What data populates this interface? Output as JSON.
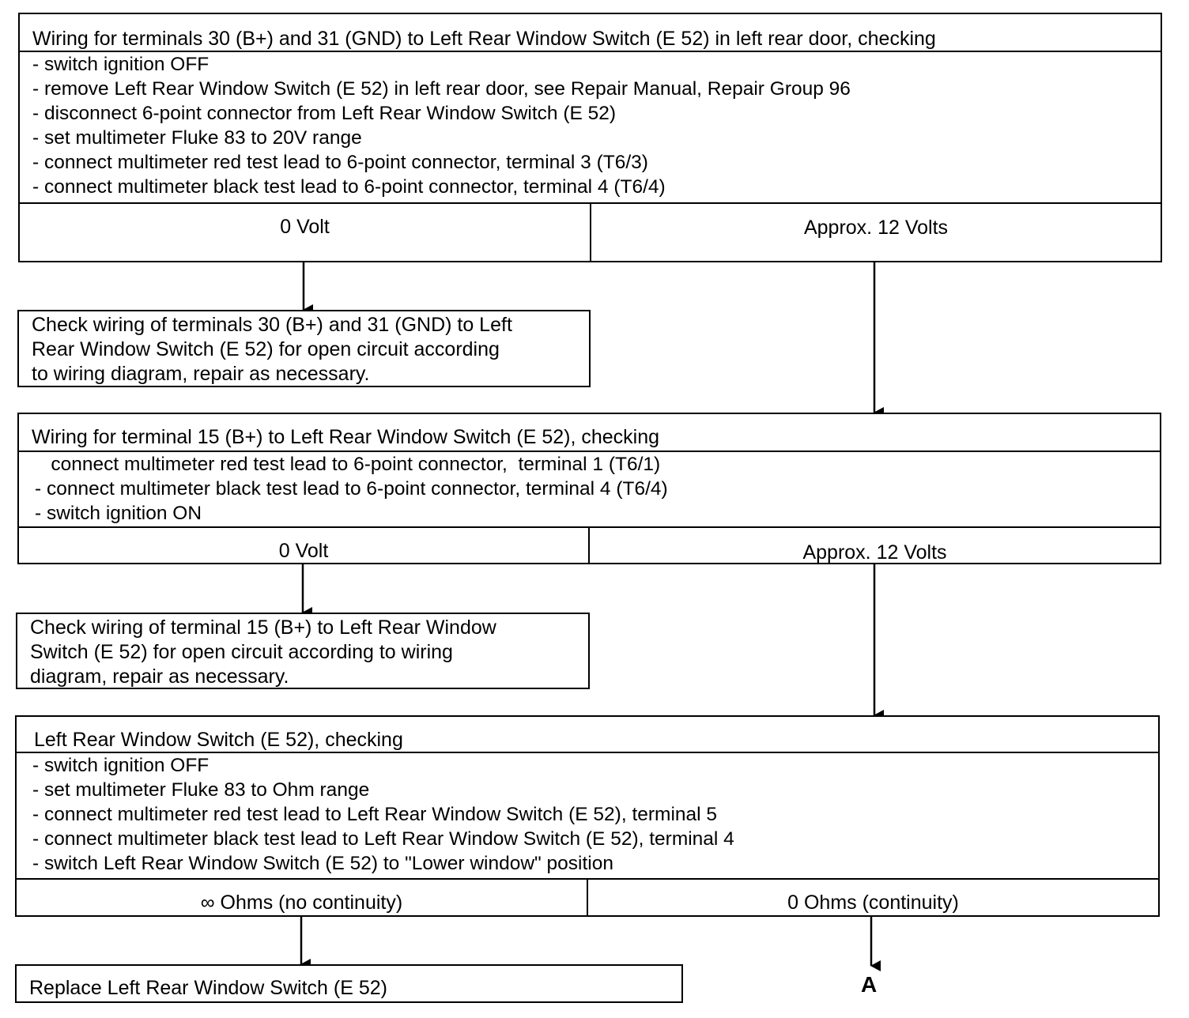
{
  "step1": {
    "title": "Wiring for terminals 30 (B+) and 31 (GND) to Left Rear Window Switch (E 52) in left rear door, checking",
    "steps": [
      "-  switch ignition OFF",
      "-  remove Left Rear Window Switch (E 52) in left rear door, see Repair Manual, Repair Group 96",
      "-  disconnect 6-point connector from Left Rear Window Switch (E 52)",
      "-  set multimeter Fluke 83 to 20V range",
      "-  connect multimeter  red test lead to 6-point connector,  terminal 3 (T6/3)",
      "-  connect multimeter black test lead to 6-point connector, terminal 4 (T6/4)"
    ],
    "result_left": "0 Volt",
    "result_right": "Approx. 12 Volts"
  },
  "action1": {
    "lines": [
      "Check wiring of terminals 30 (B+) and 31 (GND) to Left",
      "Rear Window Switch (E 52) for open circuit according",
      "to wiring  diagram,  repair as necessary."
    ]
  },
  "step2": {
    "title": "Wiring for terminal 15 (B+)  to Left Rear Window Switch (E 52), checking",
    "steps": [
      "   connect multimeter red test lead to 6-point connector,  terminal 1 (T6/1)",
      "-  connect multimeter black test lead to 6-point connector,  terminal 4 (T6/4)",
      "-  switch ignition ON"
    ],
    "result_left": "0 Volt",
    "result_right": "Approx. 12 Volts"
  },
  "action2": {
    "lines": [
      "Check wiring of terminal 15 (B+)  to  Left Rear Window",
      "Switch (E 52) for open circuit  according  to wiring",
      "diagram,  repair as  necessary."
    ]
  },
  "step3": {
    "title": "Left Rear Window Switch (E 52), checking",
    "steps": [
      "-  switch ignition OFF",
      "-  set multimeter Fluke 83 to Ohm range",
      "-  connect multimeter red test lead to Left Rear Window Switch (E 52), terminal 5",
      "-  connect multimeter black test lead to Left Rear Window Switch (E 52), terminal 4",
      "-  switch Left Rear Window Switch (E 52) to \"Lower window\" position"
    ],
    "result_left": "∞ Ohms  (no continuity)",
    "result_right": "0 Ohms  (continuity)"
  },
  "action3": {
    "text": "Replace  Left Rear Window Switch (E 52)"
  },
  "connector_label": "A"
}
